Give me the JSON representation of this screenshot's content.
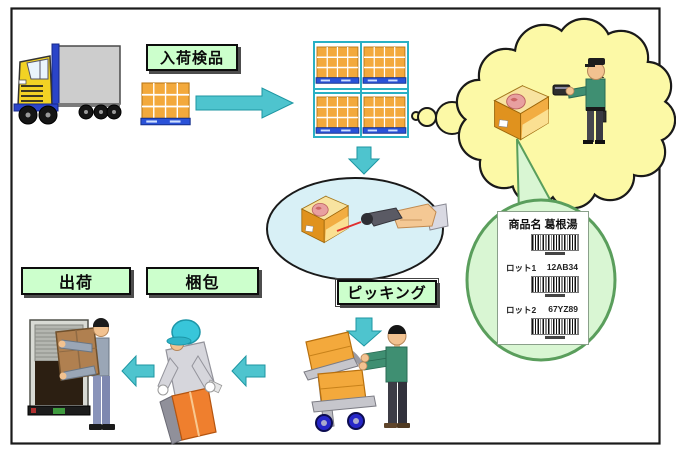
{
  "figure": {
    "steps": {
      "receiving_inspection": "入荷検品",
      "picking": "ピッキング",
      "packing": "梱包",
      "shipping": "出荷"
    },
    "product_card": {
      "title": "商品名 葛根湯",
      "lots": [
        {
          "label": "ロット1",
          "value": "12AB34"
        },
        {
          "label": "ロット2",
          "value": "67YZ89"
        }
      ]
    },
    "icons": {
      "delivery_truck": "truck-icon",
      "storage_rack": "rack-icon",
      "thought_cloud": "thought-bubble-icon",
      "barcode_scanner": "scanner-icon",
      "magnifier_balloon": "magnifier-icon"
    },
    "colors": {
      "step_label_bg": "#ccffcc",
      "arrow": "#4ec4ce",
      "cloud_fill": "#fcf9a6",
      "ellipse_fill": "#d8f0f6",
      "magnifier_fill": "#d9f6d3",
      "magnifier_border": "#5a9e5c",
      "box_orange": "#f3a93c",
      "pallet_blue": "#2a52d8",
      "rack_cyan": "#2ab0c4"
    }
  }
}
